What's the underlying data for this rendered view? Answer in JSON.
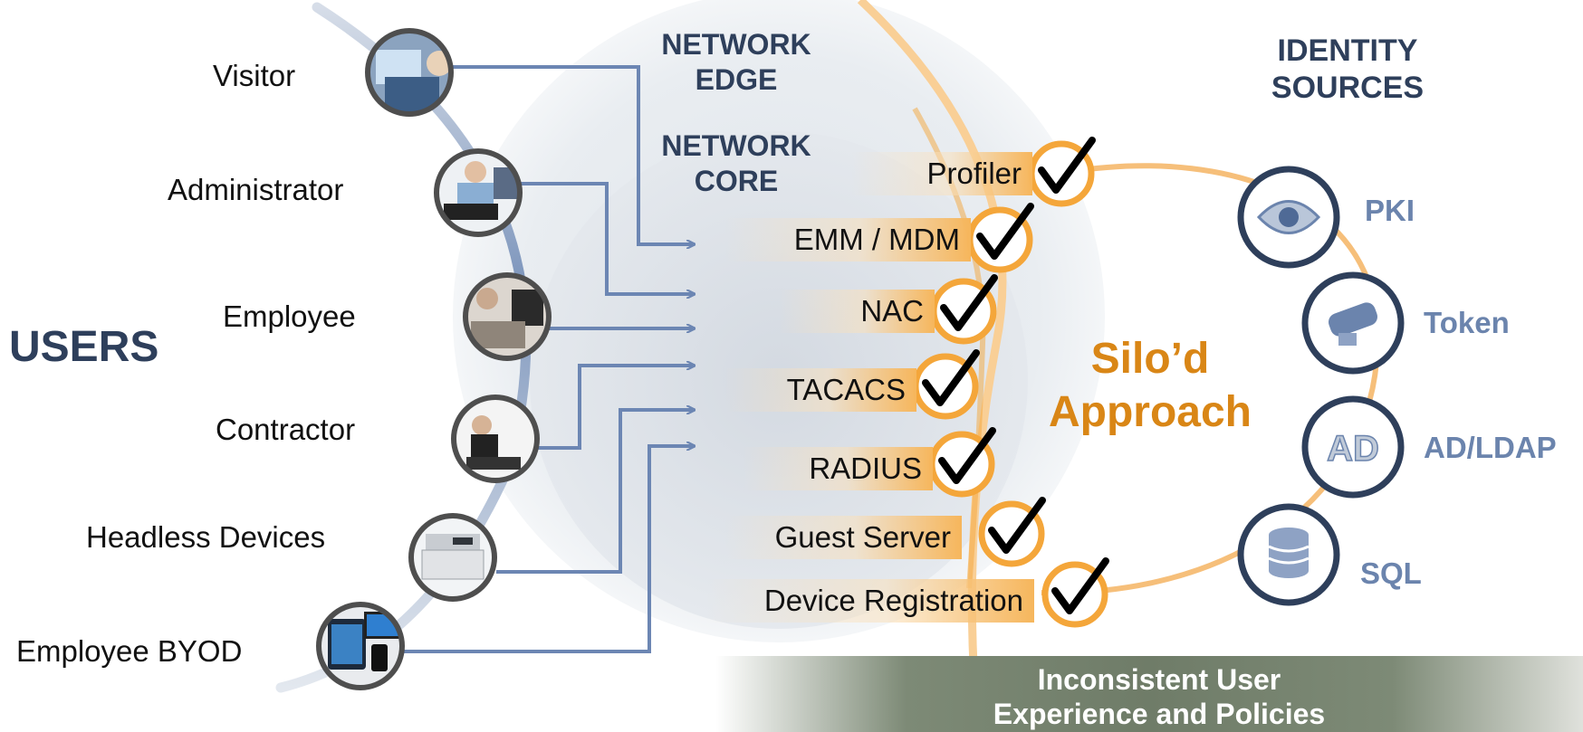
{
  "headers": {
    "users": "USERS",
    "network_edge": [
      "NETWORK",
      "EDGE"
    ],
    "network_core": [
      "NETWORK",
      "CORE"
    ],
    "identity_sources": [
      "IDENTITY",
      "SOURCES"
    ]
  },
  "users": [
    {
      "label": "Visitor",
      "icon": "visitor-photo"
    },
    {
      "label": "Administrator",
      "icon": "administrator-photo"
    },
    {
      "label": "Employee",
      "icon": "employee-photo"
    },
    {
      "label": "Contractor",
      "icon": "contractor-photo"
    },
    {
      "label": "Headless Devices",
      "icon": "printer-photo"
    },
    {
      "label": "Employee BYOD",
      "icon": "devices-photo"
    }
  ],
  "services": [
    "Profiler",
    "EMM / MDM",
    "NAC",
    "TACACS",
    "RADIUS",
    "Guest Server",
    "Device Registration"
  ],
  "center": {
    "line1": "Silo’d",
    "line2": "Approach"
  },
  "identity_sources": [
    {
      "label": "PKI",
      "icon": "eye-icon"
    },
    {
      "label": "Token",
      "icon": "token-icon"
    },
    {
      "label": "AD/LDAP",
      "icon": "ad-icon"
    },
    {
      "label": "SQL",
      "icon": "database-icon"
    }
  ],
  "banner": {
    "line1": "Inconsistent User",
    "line2": "Experience and Policies"
  },
  "colors": {
    "navy": "#2e3f5b",
    "connector": "#6c86b3",
    "orange": "#f4a63a",
    "orange_text": "#d98616",
    "source_text": "#6b84ad",
    "banner": "#6f7c68"
  }
}
